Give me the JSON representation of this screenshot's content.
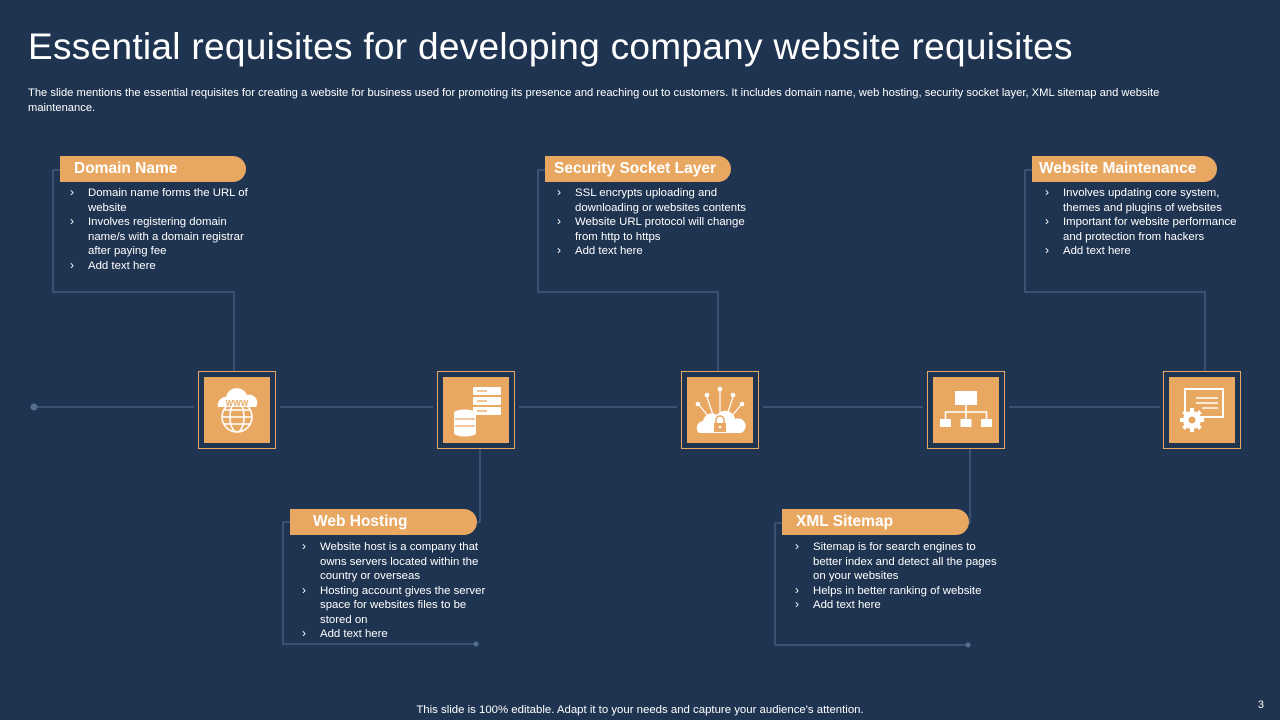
{
  "title": "Essential requisites for developing company website requisites",
  "subtitle": "The slide mentions the essential requisites for creating a website for business used for promoting its presence and reaching out to customers. It includes domain name, web hosting, security socket layer, XML  sitemap and website maintenance.",
  "colors": {
    "background": "#1f3450",
    "accent": "#e9a862",
    "line": "#55708f"
  },
  "items": [
    {
      "heading": "Domain Name",
      "icon": "www-globe-icon",
      "bullets": [
        "Domain name forms the URL of website",
        "Involves registering domain name/s with a domain registrar after paying fee",
        "Add text here"
      ]
    },
    {
      "heading": "Web Hosting",
      "icon": "database-server-icon",
      "bullets": [
        "Website host is a company that owns servers located within the country or overseas",
        "Hosting account gives the server space for websites files to be stored on",
        "Add text here"
      ]
    },
    {
      "heading": "Security Socket Layer",
      "icon": "cloud-lock-icon",
      "bullets": [
        "SSL encrypts uploading and downloading or websites contents",
        "Website URL protocol will change from http to https",
        "Add text here"
      ]
    },
    {
      "heading": "XML Sitemap",
      "icon": "sitemap-icon",
      "bullets": [
        "Sitemap is for search engines to better index and detect all the pages on your websites",
        "Helps in better ranking of website",
        "Add text here"
      ]
    },
    {
      "heading": "Website Maintenance",
      "icon": "monitor-gear-icon",
      "bullets": [
        "Involves updating core system, themes and plugins of websites",
        "Important for website performance and protection from hackers",
        "Add text here"
      ]
    }
  ],
  "footer": "This slide is 100% editable. Adapt it to your needs and capture your audience's attention.",
  "page_number": "3"
}
